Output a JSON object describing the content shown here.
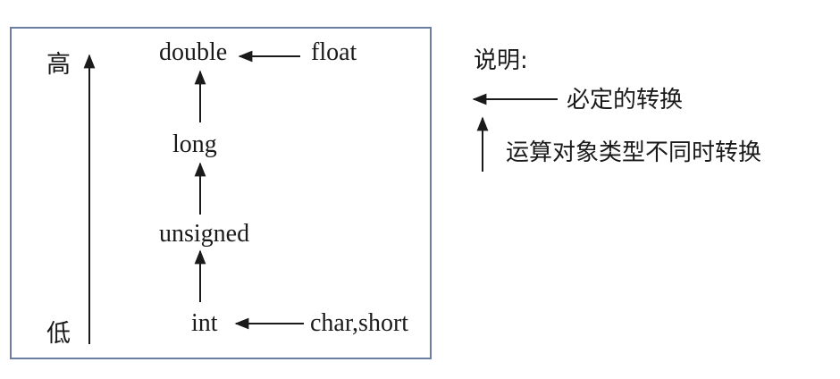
{
  "diagram": {
    "axis": {
      "high": "高",
      "low": "低"
    },
    "nodes": {
      "double": "double",
      "float": "float",
      "long": "long",
      "unsigned": "unsigned",
      "int": "int",
      "char_short": "char,short"
    }
  },
  "legend": {
    "title": "说明:",
    "horizontal_arrow_text": "必定的转换",
    "vertical_arrow_text": "运算对象类型不同时转换"
  },
  "colors": {
    "frame": "#6a7ea6",
    "ink": "#1a1a1a"
  }
}
